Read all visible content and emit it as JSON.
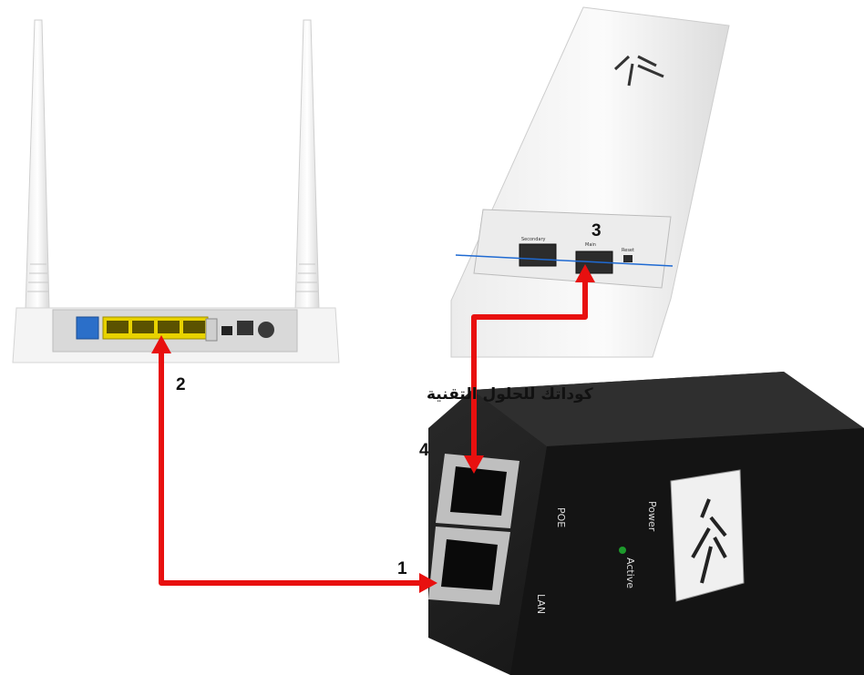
{
  "labels": {
    "step1": "1",
    "step2": "2",
    "step3": "3",
    "step4": "4"
  },
  "watermark": "كوداتك للحلول التقنية",
  "poe_injector": {
    "port_poe": "POE",
    "port_lan": "LAN",
    "led_power": "Power",
    "led_active": "Active"
  },
  "antenna": {
    "port_secondary": "Secondary",
    "port_main": "Main",
    "reset": "Reset"
  },
  "colors": {
    "cable": "#e8100f",
    "injector_body": "#1a1a1a",
    "router_body": "#f4f4f4",
    "lan_ports": "#e8d200",
    "wan_port": "#2b6fc9"
  }
}
